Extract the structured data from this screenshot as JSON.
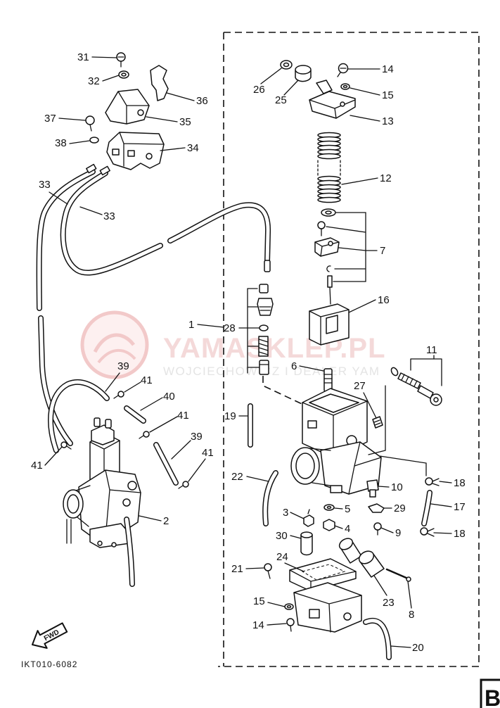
{
  "diagram": {
    "part_numbers": [
      "31",
      "32",
      "36",
      "35",
      "37",
      "34",
      "38",
      "33",
      "33",
      "39",
      "41",
      "40",
      "41",
      "39",
      "41",
      "41",
      "2",
      "26",
      "25",
      "14",
      "15",
      "13",
      "12",
      "7",
      "1",
      "28",
      "16",
      "6",
      "11",
      "27",
      "19",
      "22",
      "10",
      "18",
      "17",
      "5",
      "29",
      "3",
      "4",
      "9",
      "18",
      "30",
      "24",
      "21",
      "23",
      "15",
      "8",
      "14",
      "20"
    ],
    "drawing_code": "IKT010-6082",
    "fwd_arrow_label": "FWD",
    "section_tab": "B",
    "watermark": {
      "brand": "YAMASKLEP.PL",
      "tagline": "WOJCIECHOWICZ I DEALER YAM"
    }
  }
}
